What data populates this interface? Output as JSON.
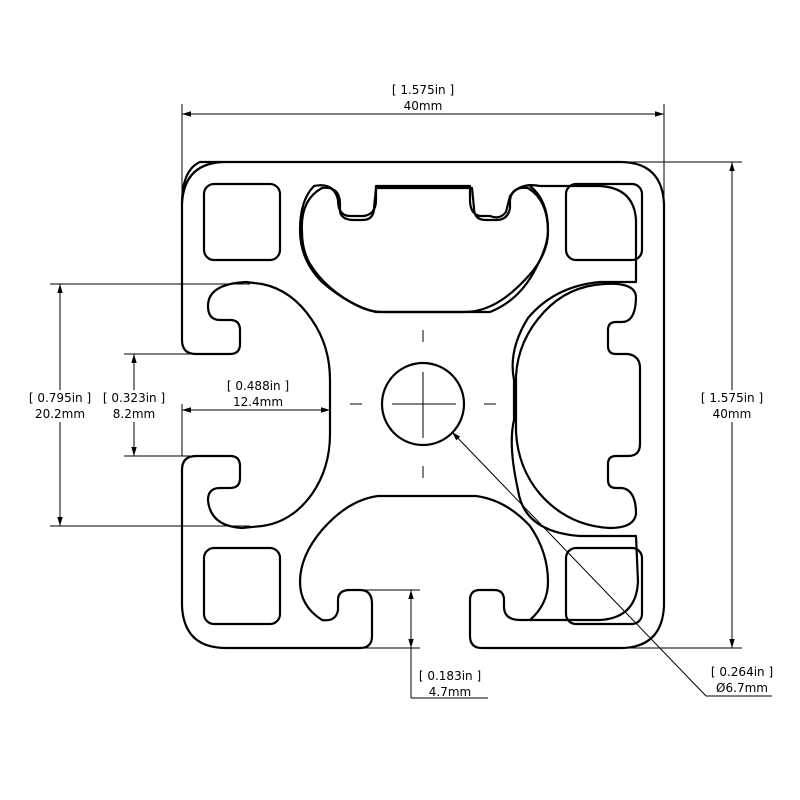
{
  "title": "",
  "dimensions": {
    "overall_width": {
      "imperial": "1.575in",
      "metric": "40mm"
    },
    "overall_height": {
      "imperial": "1.575in",
      "metric": "40mm"
    },
    "slot_outer_height": {
      "imperial": "0.795in",
      "metric": "20.2mm"
    },
    "slot_opening": {
      "imperial": "0.323in",
      "metric": "8.2mm"
    },
    "slot_depth": {
      "imperial": "0.488in",
      "metric": "12.4mm"
    },
    "slot_opening_bottom": {
      "imperial": "0.183in",
      "metric": "4.7mm"
    },
    "center_bore": {
      "imperial": "0.264in",
      "metric": "6.7mm",
      "prefix": "Ø"
    }
  },
  "style": {
    "line_color": "#000000",
    "background": "#ffffff"
  }
}
